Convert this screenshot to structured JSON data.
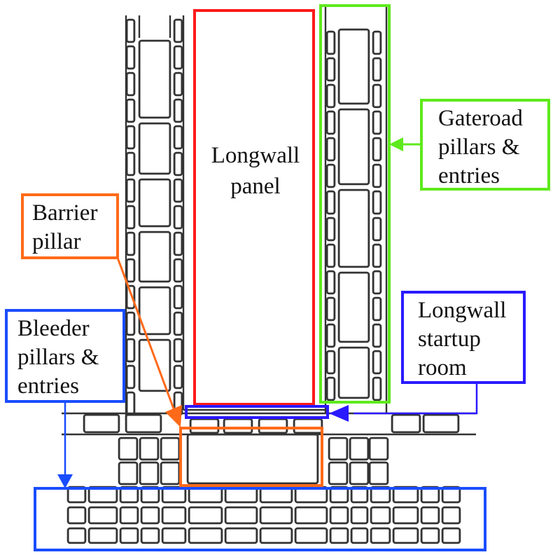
{
  "diagram": {
    "title": "Longwall mine layout",
    "colors": {
      "longwall_panel": "#ff1a1a",
      "gateroad": "#5eea1c",
      "barrier_pillar": "#ff6a1a",
      "bleeder": "#1a4dff",
      "startup_room": "#2a1aff",
      "entries": "#333333"
    },
    "labels": {
      "longwall_panel": [
        "Longwall",
        "panel"
      ],
      "gateroad": [
        "Gateroad",
        "pillars &",
        "entries"
      ],
      "barrier_pillar": [
        "Barrier",
        "pillar"
      ],
      "bleeder": [
        "Bleeder",
        "pillars &",
        "entries"
      ],
      "startup_room": [
        "Longwall",
        "startup",
        "room"
      ]
    }
  }
}
